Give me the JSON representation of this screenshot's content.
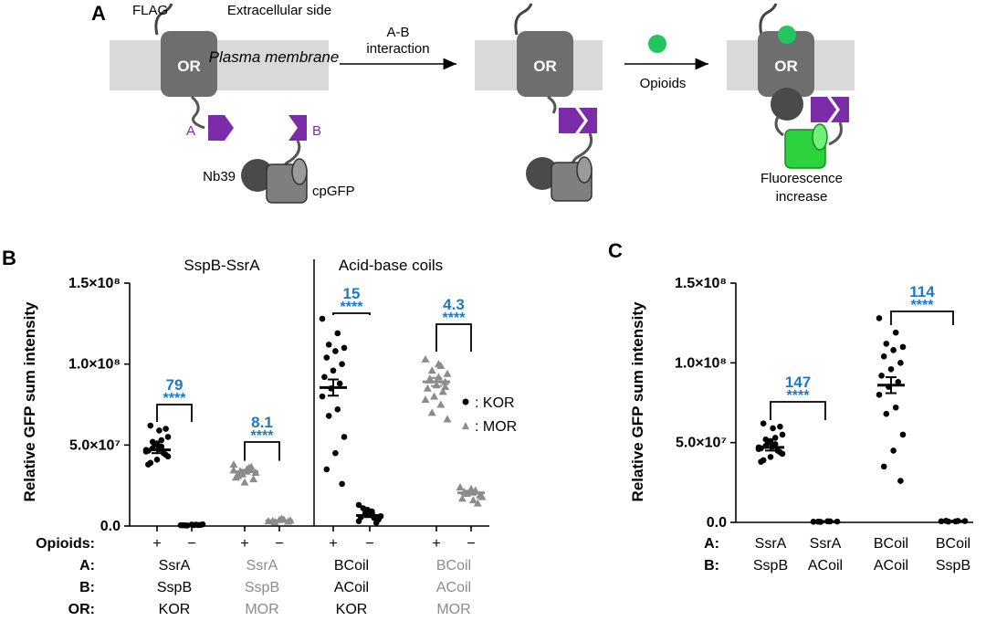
{
  "panelA": {
    "letter": "A",
    "flag_label": "FLAG",
    "extracellular_label": "Extracellular side",
    "membrane_label": "Plasma membrane",
    "or_label": "OR",
    "a_label": "A",
    "b_label": "B",
    "nb39_label": "Nb39",
    "cpgfp_label": "cpGFP",
    "ab_interaction_label": "A-B interaction",
    "opioids_label": "Opioids",
    "fluorescence_label": "Fluorescence increase"
  },
  "panelB": {
    "letter": "B",
    "group1_title": "SspB-SsrA",
    "group2_title": "Acid-base coils",
    "legend_kor": ": KOR",
    "legend_mor": ": MOR",
    "row_labels": {
      "opioids": "Opioids:",
      "a": "A:",
      "b": "B:",
      "or": "OR:"
    },
    "conditions": [
      {
        "opioid": "+",
        "a": "SsrA",
        "b": "SspB",
        "or": "KOR"
      },
      {
        "opioid": "−",
        "a": "",
        "b": "",
        "or": ""
      },
      {
        "opioid": "+",
        "a": "SsrA",
        "b": "SspB",
        "or": "MOR"
      },
      {
        "opioid": "−",
        "a": "",
        "b": "",
        "or": ""
      },
      {
        "opioid": "+",
        "a": "BCoil",
        "b": "ACoil",
        "or": "KOR"
      },
      {
        "opioid": "−",
        "a": "",
        "b": "",
        "or": ""
      },
      {
        "opioid": "+",
        "a": "BCoil",
        "b": "ACoil",
        "or": "MOR"
      },
      {
        "opioid": "−",
        "a": "",
        "b": "",
        "or": ""
      }
    ],
    "comparisons": [
      {
        "fold": "79",
        "stars": "****"
      },
      {
        "fold": "8.1",
        "stars": "****"
      },
      {
        "fold": "15",
        "stars": "****"
      },
      {
        "fold": "4.3",
        "stars": "****"
      }
    ]
  },
  "panelC": {
    "letter": "C",
    "row_labels": {
      "a": "A:",
      "b": "B:"
    },
    "conditions": [
      {
        "a": "SsrA",
        "b": "SspB"
      },
      {
        "a": "SsrA",
        "b": "ACoil"
      },
      {
        "a": "BCoil",
        "b": "ACoil"
      },
      {
        "a": "BCoil",
        "b": "SspB"
      }
    ],
    "comparisons": [
      {
        "fold": "147",
        "stars": "****"
      },
      {
        "fold": "114",
        "stars": "****"
      }
    ]
  },
  "colors": {
    "accent": "#1f78c1",
    "purple": "#7b2ca8",
    "green": "#2bd23c",
    "mor_gray": "#8c8c8c",
    "receptor_gray": "#6e6e6e",
    "membrane": "#d9d9d9"
  },
  "chart_data": [
    {
      "type": "scatter",
      "title": "",
      "ylabel": "Relative GFP sum intensity",
      "ylim": [
        0,
        150000000
      ],
      "yticks": [
        "0.0",
        "5.0×10⁷",
        "1.0×10⁸",
        "1.5×10⁸"
      ],
      "categories": [
        "KOR SsrA/SspB +",
        "KOR SsrA/SspB −",
        "MOR SsrA/SspB +",
        "MOR SsrA/SspB −",
        "KOR BCoil/ACoil +",
        "KOR BCoil/ACoil −",
        "MOR BCoil/ACoil +",
        "MOR BCoil/ACoil −"
      ],
      "series": [
        {
          "name": ": KOR",
          "marker": "circle",
          "values": [
            [
              47000000,
              49000000,
              52000000,
              55000000,
              59000000,
              62000000,
              44000000,
              41000000,
              38000000,
              45000000,
              50000000,
              46000000,
              53000000,
              48000000,
              43000000,
              47500000,
              39000000,
              60000000,
              51000000,
              46500000
            ],
            [
              500000,
              800000,
              300000,
              1000000,
              600000,
              400000,
              700000,
              900000,
              500000,
              600000
            ],
            [],
            [],
            [
              128000000,
              119000000,
              112000000,
              110000000,
              108000000,
              104000000,
              100000000,
              96000000,
              92000000,
              88000000,
              85000000,
              80000000,
              72000000,
              68000000,
              55000000,
              45000000,
              35000000,
              26000000
            ],
            [
              3000000,
              5000000,
              8000000,
              6000000,
              9000000,
              11000000,
              4000000,
              7000000,
              5500000,
              2000000,
              10000000,
              13000000
            ],
            [],
            []
          ]
        },
        {
          "name": ": MOR",
          "marker": "triangle",
          "values": [
            [],
            [],
            [
              38000000,
              36000000,
              34000000,
              33000000,
              35000000,
              31000000,
              29000000,
              27000000,
              30000000,
              36500000,
              32000000,
              34500000
            ],
            [
              3000000,
              4000000,
              2500000,
              3500000,
              4500000,
              3200000,
              2800000,
              3800000
            ],
            [],
            [],
            [
              103000000,
              99000000,
              96000000,
              94000000,
              92000000,
              90000000,
              89000000,
              87000000,
              85000000,
              83000000,
              80000000,
              78000000,
              75000000,
              70000000,
              66000000,
              100000000,
              91000000,
              86000000
            ],
            [
              24000000,
              22000000,
              20000000,
              18000000,
              16000000,
              21000000,
              19000000,
              23000000,
              17000000,
              14000000
            ]
          ]
        }
      ],
      "means": [
        47000000,
        800000,
        33500000,
        3300000,
        85500000,
        6500000,
        89000000,
        20500000
      ],
      "sem": [
        2000000,
        200000,
        1200000,
        300000,
        5000000,
        1000000,
        2500000,
        1200000
      ]
    },
    {
      "type": "scatter",
      "title": "",
      "ylabel": "Relative GFP sum intensity",
      "ylim": [
        0,
        150000000
      ],
      "yticks": [
        "0.0",
        "5.0×10⁷",
        "1.0×10⁸",
        "1.5×10⁸"
      ],
      "categories": [
        "SsrA/SspB",
        "SsrA/ACoil",
        "BCoil/ACoil",
        "BCoil/SspB"
      ],
      "series": [
        {
          "name": "",
          "marker": "circle",
          "values": [
            [
              47000000,
              49000000,
              52000000,
              55000000,
              59000000,
              62000000,
              44000000,
              41000000,
              38000000,
              45000000,
              50000000,
              46000000,
              53000000,
              48000000,
              43000000,
              47500000,
              39000000,
              60000000,
              51000000,
              46500000
            ],
            [
              400000,
              600000,
              300000,
              500000,
              700000,
              450000
            ],
            [
              128000000,
              119000000,
              112000000,
              110000000,
              108000000,
              104000000,
              100000000,
              96000000,
              92000000,
              88000000,
              85000000,
              80000000,
              72000000,
              68000000,
              55000000,
              45000000,
              35000000,
              26000000
            ],
            [
              700000,
              900000,
              500000,
              800000,
              600000,
              1000000
            ]
          ]
        }
      ],
      "means": [
        47000000,
        500000,
        86000000,
        750000
      ],
      "sem": [
        2000000,
        100000,
        5000000,
        150000
      ]
    }
  ]
}
